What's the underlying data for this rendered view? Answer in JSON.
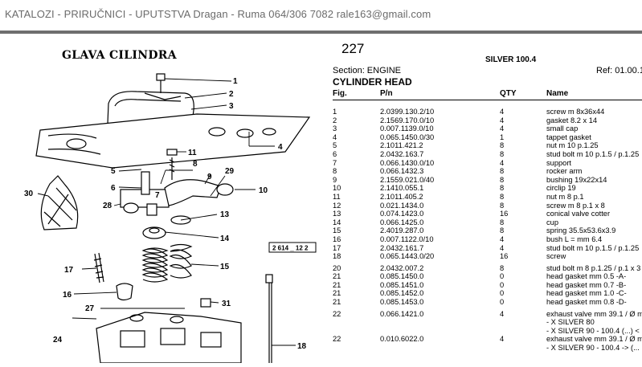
{
  "header": {
    "title": "KATALOZI - PRIRUČNICI - UPUTSTVA Dragan - Ruma 064/306 7082    rale163@gmail.com"
  },
  "diagram": {
    "title": "GLAVA CILINDRA",
    "code": "2 614 _ 12 2",
    "callouts": [
      "1",
      "2",
      "3",
      "4",
      "5",
      "6",
      "7",
      "8",
      "9",
      "10",
      "11",
      "13",
      "14",
      "15",
      "16",
      "17",
      "18",
      "24",
      "27",
      "28",
      "29",
      "30",
      "31"
    ]
  },
  "page": {
    "number": "227",
    "model": "SILVER 100.4",
    "section": "Section: ENGINE",
    "ref": "Ref: 01.00.1",
    "section_title": "CYLINDER HEAD"
  },
  "table": {
    "headers": {
      "fig": "Fig.",
      "part": "P/n",
      "qty": "QTY",
      "name": "Name"
    },
    "rows": [
      {
        "fig": "1",
        "part": "2.0399.130.2/10",
        "qty": "4",
        "name": "screw m 8x36x44"
      },
      {
        "fig": "2",
        "part": "2.1569.170.0/10",
        "qty": "4",
        "name": "gasket 8.2 x 14"
      },
      {
        "fig": "3",
        "part": "0.007.1139.0/10",
        "qty": "4",
        "name": "small cap"
      },
      {
        "fig": "4",
        "part": "0.065.1450.0/30",
        "qty": "1",
        "name": "tappet gasket"
      },
      {
        "fig": "5",
        "part": "2.1011.421.2",
        "qty": "8",
        "name": "nut m 10 p.1.25"
      },
      {
        "fig": "6",
        "part": "2.0432.163.7",
        "qty": "8",
        "name": "stud bolt m 10 p.1.5 / p.1.25"
      },
      {
        "fig": "7",
        "part": "0.066.1430.0/10",
        "qty": "4",
        "name": "support"
      },
      {
        "fig": "8",
        "part": "0.066.1432.3",
        "qty": "8",
        "name": "rocker arm"
      },
      {
        "fig": "9",
        "part": "2.1559.021.0/40",
        "qty": "8",
        "name": "bushing 19x22x14"
      },
      {
        "fig": "10",
        "part": "2.1410.055.1",
        "qty": "8",
        "name": "circlip 19"
      },
      {
        "fig": "11",
        "part": "2.1011.405.2",
        "qty": "8",
        "name": "nut m 8 p.1"
      },
      {
        "fig": "12",
        "part": "0.021.1434.0",
        "qty": "8",
        "name": "screw m 8 p.1 x 8"
      },
      {
        "fig": "13",
        "part": "0.074.1423.0",
        "qty": "16",
        "name": "conical valve cotter"
      },
      {
        "fig": "14",
        "part": "0.066.1425.0",
        "qty": "8",
        "name": "cup"
      },
      {
        "fig": "15",
        "part": "2.4019.287.0",
        "qty": "8",
        "name": "spring 35.5x53.6x3.9"
      },
      {
        "fig": "16",
        "part": "0.007.1122.0/10",
        "qty": "4",
        "name": "bush L = mm 6.4"
      },
      {
        "fig": "17",
        "part": "2.0432.161.7",
        "qty": "4",
        "name": "stud bolt m 10 p.1.5 / p.1.25"
      },
      {
        "fig": "18",
        "part": "0.065.1443.0/20",
        "qty": "16",
        "name": "screw"
      },
      {
        "fig": "20",
        "part": "2.0432.007.2",
        "qty": "8",
        "name": "stud bolt m 8 p.1.25 / p.1 x 3"
      },
      {
        "fig": "21",
        "part": "0.085.1450.0",
        "qty": "0",
        "name": "head gasket mm 0.5 -A-"
      },
      {
        "fig": "21",
        "part": "0.085.1451.0",
        "qty": "0",
        "name": "head gasket mm 0.7 -B-"
      },
      {
        "fig": "21",
        "part": "0.085.1452.0",
        "qty": "0",
        "name": "head gasket mm 1.0 -C-"
      },
      {
        "fig": "21",
        "part": "0.085.1453.0",
        "qty": "0",
        "name": "head gasket mm 0.8 -D-"
      },
      {
        "fig": "22",
        "part": "0.066.1421.0",
        "qty": "4",
        "name": "exhaust valve mm 39.1 / Ø m",
        "cont": [
          "- X SILVER 80",
          "- X SILVER 90 - 100.4 (...) <"
        ]
      },
      {
        "fig": "22",
        "part": "0.010.6022.0",
        "qty": "4",
        "name": "exhaust valve mm 39.1 / Ø m",
        "cont": [
          "- X SILVER 90 - 100.4 -> (..."
        ]
      }
    ]
  }
}
